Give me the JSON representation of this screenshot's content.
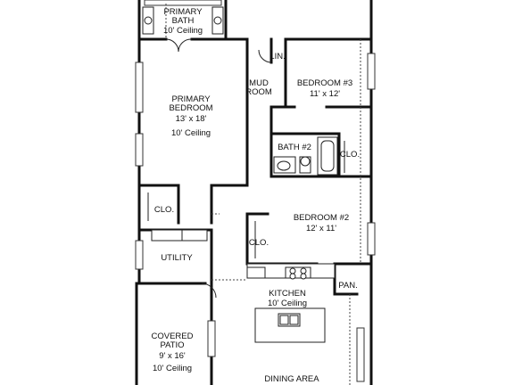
{
  "rooms": {
    "primary_bath": {
      "name": "PRIMARY BATH",
      "line1": "PRIMARY",
      "line2": "BATH",
      "ceiling": "10' Ceiling"
    },
    "primary_bedroom": {
      "line1": "PRIMARY",
      "line2": "BEDROOM",
      "size": "13' x 18'",
      "ceiling": "10' Ceiling"
    },
    "linen": {
      "label": "LIN."
    },
    "mud_room": {
      "line1": "MUD",
      "line2": "ROOM"
    },
    "bedroom3": {
      "name": "BEDROOM #3",
      "size": "11' x 12'"
    },
    "bath2": {
      "name": "BATH #2"
    },
    "bath2_closet": {
      "label": "CLO."
    },
    "primary_closet": {
      "label": "CLO."
    },
    "bedroom2_closet": {
      "label": "CLO."
    },
    "bedroom2": {
      "name": "BEDROOM #2",
      "size": "12' x 11'"
    },
    "utility": {
      "name": "UTILITY"
    },
    "pantry": {
      "label": "PAN."
    },
    "kitchen": {
      "name": "KITCHEN",
      "ceiling": "10' Ceiling"
    },
    "covered_patio": {
      "line1": "COVERED",
      "line2": "PATIO",
      "size": "9' x 16'",
      "ceiling": "10' Ceiling"
    },
    "dining": {
      "name": "DINING AREA"
    }
  }
}
